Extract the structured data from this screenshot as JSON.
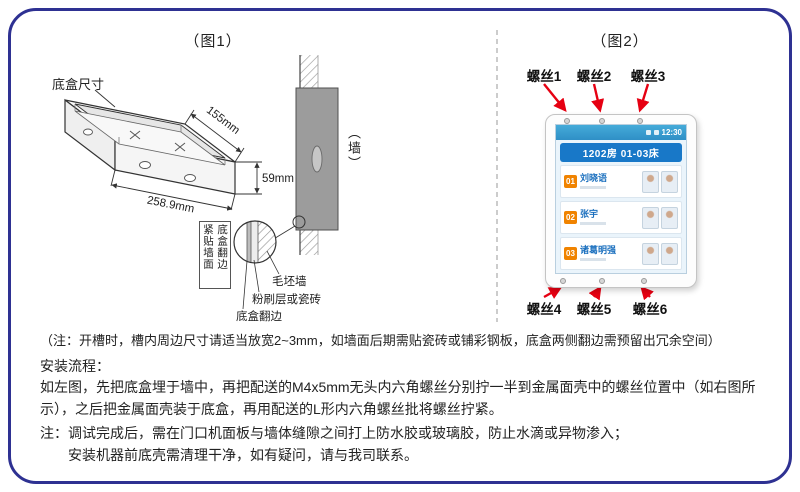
{
  "figure1": {
    "title": "（图1）",
    "box_size_label": "底盒尺寸",
    "dim_depth": "155mm",
    "dim_height": "59mm",
    "dim_width": "258.9mm",
    "wall_label": "（墙）",
    "callout_col_left": "紧贴墙面",
    "callout_col_right": "底盒翻边",
    "layer_rough_wall": "毛坯墙",
    "layer_plaster": "粉刷层或瓷砖",
    "layer_flange": "底盒翻边"
  },
  "figure2": {
    "title": "（图2）",
    "screws_top": [
      "螺丝1",
      "螺丝2",
      "螺丝3"
    ],
    "screws_bottom": [
      "螺丝4",
      "螺丝5",
      "螺丝6"
    ],
    "screen": {
      "time": "12:30",
      "room_title": "1202房 01-03床",
      "patients": [
        {
          "no": "01",
          "name": "刘晓语"
        },
        {
          "no": "02",
          "name": "张宇"
        },
        {
          "no": "03",
          "name": "诸葛明强"
        }
      ]
    }
  },
  "notes": {
    "slot_note": "（注：开槽时，槽内周边尺寸请适当放宽2~3mm，如墙面后期需贴瓷砖或铺彩钢板，底盒两侧翻边需预留出冗余空间）",
    "flow_title": "安装流程：",
    "flow_body": "如左图，先把底盒埋于墙中，再把配送的M4x5mm无头内六角螺丝分别拧一半到金属面壳中的螺丝位置中（如右图所示），之后把金属面壳装于底盒，再用配送的L形内六角螺丝批将螺丝拧紧。",
    "caution_line1": "注：调试完成后，需在门口机面板与墙体缝隙之间打上防水胶或玻璃胶，防止水滴或异物渗入；",
    "caution_line2": "安装机器前底壳需清理干净，如有疑问，请与我司联系。"
  },
  "colors": {
    "frame_border": "#2e3192",
    "arrow_red": "#e60012",
    "badge_orange": "#f08300",
    "screen_header_blue": "#3aa6d9",
    "room_bar_blue": "#1878c8",
    "patient_name_blue": "#1a6fbe"
  }
}
